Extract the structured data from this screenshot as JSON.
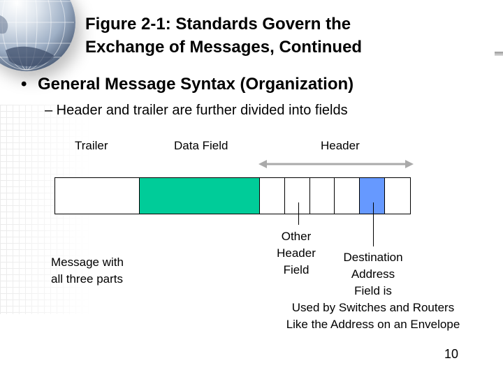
{
  "slide": {
    "title_line1": "Figure 2-1: Standards Govern the",
    "title_line2": "Exchange of Messages, Continued",
    "bullet_marker": "•",
    "bullet1": "General Message Syntax (Organization)",
    "bullet2": "– Header and trailer are further divided into fields",
    "page_number": "10"
  },
  "diagram": {
    "labels": {
      "trailer": "Trailer",
      "data_field": "Data Field",
      "header": "Header"
    },
    "segments": [
      {
        "name": "trailer",
        "width": 121,
        "color": "#ffffff"
      },
      {
        "name": "data-field",
        "width": 173,
        "color": "#00cc99"
      },
      {
        "name": "header-field-1",
        "width": 36,
        "color": "#ffffff"
      },
      {
        "name": "header-field-2",
        "width": 36,
        "color": "#ffffff"
      },
      {
        "name": "header-field-3",
        "width": 36,
        "color": "#ffffff"
      },
      {
        "name": "header-field-4",
        "width": 36,
        "color": "#ffffff"
      },
      {
        "name": "destination-address-field",
        "width": 36,
        "color": "#6699ff"
      },
      {
        "name": "header-field-6",
        "width": 36,
        "color": "#ffffff"
      }
    ],
    "arrow_color": "#aaaaaa",
    "message_caption_line1": "Message with",
    "message_caption_line2": "all three parts",
    "other_field_line1": "Other",
    "other_field_line2": "Header",
    "other_field_line3": "Field",
    "dest_line1": "Destination",
    "dest_line2": "Address",
    "dest_line3": "Field is",
    "dest_line4": "Used by Switches and Routers",
    "dest_line5": "Like the Address on an Envelope"
  }
}
